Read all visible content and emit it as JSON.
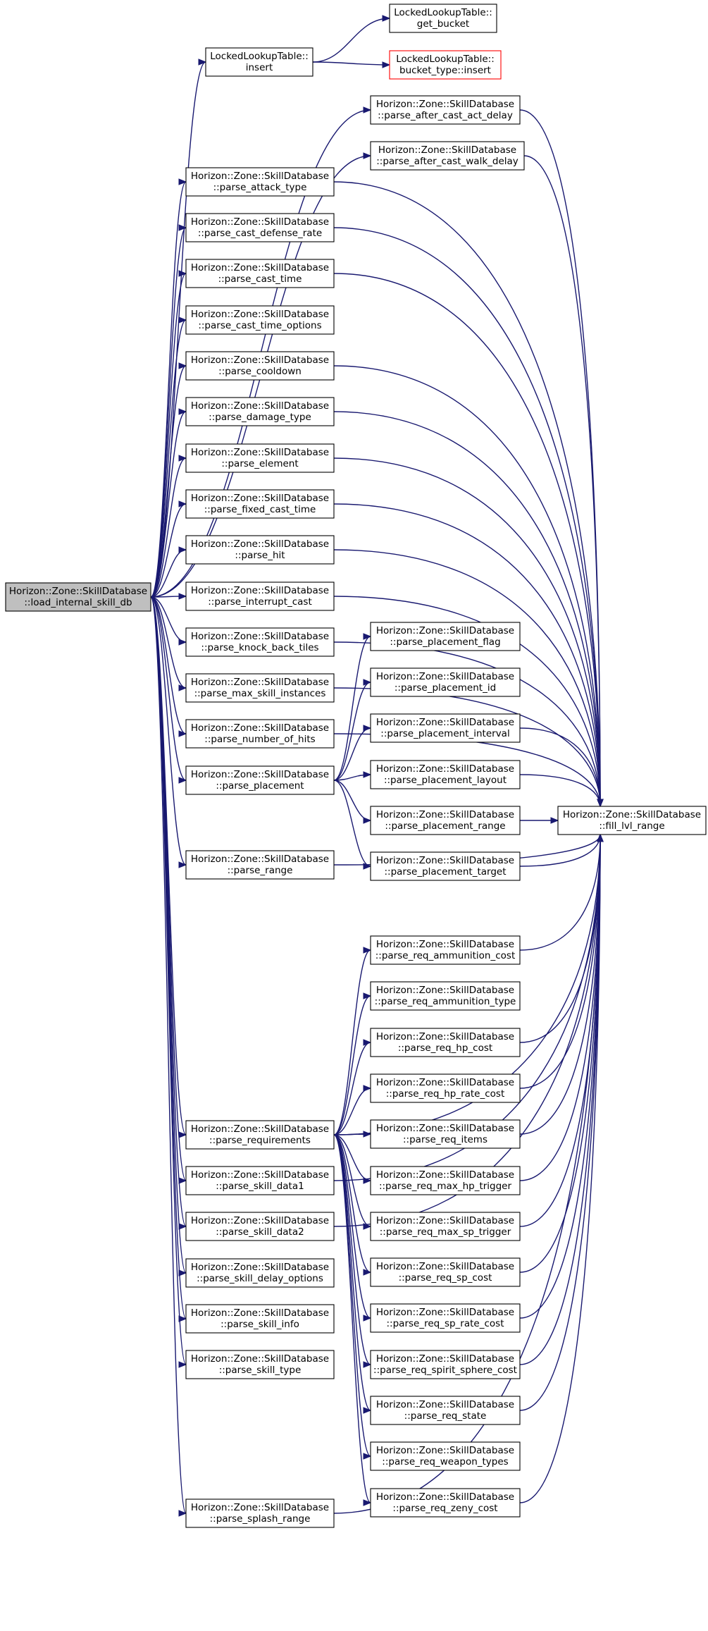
{
  "colors": {
    "edge": "#191970",
    "root_fill": "#bfbfbf",
    "node_border": "#000000",
    "external_border": "#ff0000",
    "background": "#ffffff"
  },
  "nodes": {
    "root": [
      "Horizon::Zone::SkillDatabase",
      "::load_internal_skill_db"
    ],
    "llt_insert": [
      "LockedLookupTable::",
      "insert"
    ],
    "llt_get_bucket": [
      "LockedLookupTable::",
      "get_bucket"
    ],
    "llt_bucket_insert": [
      "LockedLookupTable::",
      "bucket_type::insert"
    ],
    "after_cast_act_delay": [
      "Horizon::Zone::SkillDatabase",
      "::parse_after_cast_act_delay"
    ],
    "after_cast_walk_delay": [
      "Horizon::Zone::SkillDatabase",
      "::parse_after_cast_walk_delay"
    ],
    "attack_type": [
      "Horizon::Zone::SkillDatabase",
      "::parse_attack_type"
    ],
    "cast_defense_rate": [
      "Horizon::Zone::SkillDatabase",
      "::parse_cast_defense_rate"
    ],
    "cast_time": [
      "Horizon::Zone::SkillDatabase",
      "::parse_cast_time"
    ],
    "cast_time_options": [
      "Horizon::Zone::SkillDatabase",
      "::parse_cast_time_options"
    ],
    "cooldown": [
      "Horizon::Zone::SkillDatabase",
      "::parse_cooldown"
    ],
    "damage_type": [
      "Horizon::Zone::SkillDatabase",
      "::parse_damage_type"
    ],
    "element": [
      "Horizon::Zone::SkillDatabase",
      "::parse_element"
    ],
    "fixed_cast_time": [
      "Horizon::Zone::SkillDatabase",
      "::parse_fixed_cast_time"
    ],
    "hit": [
      "Horizon::Zone::SkillDatabase",
      "::parse_hit"
    ],
    "interrupt_cast": [
      "Horizon::Zone::SkillDatabase",
      "::parse_interrupt_cast"
    ],
    "knock_back_tiles": [
      "Horizon::Zone::SkillDatabase",
      "::parse_knock_back_tiles"
    ],
    "max_skill_instances": [
      "Horizon::Zone::SkillDatabase",
      "::parse_max_skill_instances"
    ],
    "number_of_hits": [
      "Horizon::Zone::SkillDatabase",
      "::parse_number_of_hits"
    ],
    "placement": [
      "Horizon::Zone::SkillDatabase",
      "::parse_placement"
    ],
    "range": [
      "Horizon::Zone::SkillDatabase",
      "::parse_range"
    ],
    "requirements": [
      "Horizon::Zone::SkillDatabase",
      "::parse_requirements"
    ],
    "skill_data1": [
      "Horizon::Zone::SkillDatabase",
      "::parse_skill_data1"
    ],
    "skill_data2": [
      "Horizon::Zone::SkillDatabase",
      "::parse_skill_data2"
    ],
    "skill_delay_options": [
      "Horizon::Zone::SkillDatabase",
      "::parse_skill_delay_options"
    ],
    "skill_info": [
      "Horizon::Zone::SkillDatabase",
      "::parse_skill_info"
    ],
    "skill_type": [
      "Horizon::Zone::SkillDatabase",
      "::parse_skill_type"
    ],
    "splash_range": [
      "Horizon::Zone::SkillDatabase",
      "::parse_splash_range"
    ],
    "placement_flag": [
      "Horizon::Zone::SkillDatabase",
      "::parse_placement_flag"
    ],
    "placement_id": [
      "Horizon::Zone::SkillDatabase",
      "::parse_placement_id"
    ],
    "placement_interval": [
      "Horizon::Zone::SkillDatabase",
      "::parse_placement_interval"
    ],
    "placement_layout": [
      "Horizon::Zone::SkillDatabase",
      "::parse_placement_layout"
    ],
    "placement_range": [
      "Horizon::Zone::SkillDatabase",
      "::parse_placement_range"
    ],
    "placement_target": [
      "Horizon::Zone::SkillDatabase",
      "::parse_placement_target"
    ],
    "fill_lvl_range": [
      "Horizon::Zone::SkillDatabase",
      "::fill_lvl_range"
    ],
    "req_ammunition_cost": [
      "Horizon::Zone::SkillDatabase",
      "::parse_req_ammunition_cost"
    ],
    "req_ammunition_type": [
      "Horizon::Zone::SkillDatabase",
      "::parse_req_ammunition_type"
    ],
    "req_hp_cost": [
      "Horizon::Zone::SkillDatabase",
      "::parse_req_hp_cost"
    ],
    "req_hp_rate_cost": [
      "Horizon::Zone::SkillDatabase",
      "::parse_req_hp_rate_cost"
    ],
    "req_items": [
      "Horizon::Zone::SkillDatabase",
      "::parse_req_items"
    ],
    "req_max_hp_trigger": [
      "Horizon::Zone::SkillDatabase",
      "::parse_req_max_hp_trigger"
    ],
    "req_max_sp_trigger": [
      "Horizon::Zone::SkillDatabase",
      "::parse_req_max_sp_trigger"
    ],
    "req_sp_cost": [
      "Horizon::Zone::SkillDatabase",
      "::parse_req_sp_cost"
    ],
    "req_sp_rate_cost": [
      "Horizon::Zone::SkillDatabase",
      "::parse_req_sp_rate_cost"
    ],
    "req_spirit_sphere_cost": [
      "Horizon::Zone::SkillDatabase",
      "::parse_req_spirit_sphere_cost"
    ],
    "req_state": [
      "Horizon::Zone::SkillDatabase",
      "::parse_req_state"
    ],
    "req_weapon_types": [
      "Horizon::Zone::SkillDatabase",
      "::parse_req_weapon_types"
    ],
    "req_zeny_cost": [
      "Horizon::Zone::SkillDatabase",
      "::parse_req_zeny_cost"
    ]
  },
  "edges": [
    [
      "root",
      "llt_insert"
    ],
    [
      "llt_insert",
      "llt_get_bucket"
    ],
    [
      "llt_insert",
      "llt_bucket_insert"
    ],
    [
      "root",
      "after_cast_act_delay"
    ],
    [
      "root",
      "after_cast_walk_delay"
    ],
    [
      "root",
      "attack_type"
    ],
    [
      "root",
      "cast_defense_rate"
    ],
    [
      "root",
      "cast_time"
    ],
    [
      "root",
      "cast_time_options"
    ],
    [
      "root",
      "cooldown"
    ],
    [
      "root",
      "damage_type"
    ],
    [
      "root",
      "element"
    ],
    [
      "root",
      "fixed_cast_time"
    ],
    [
      "root",
      "hit"
    ],
    [
      "root",
      "interrupt_cast"
    ],
    [
      "root",
      "knock_back_tiles"
    ],
    [
      "root",
      "max_skill_instances"
    ],
    [
      "root",
      "number_of_hits"
    ],
    [
      "root",
      "placement"
    ],
    [
      "root",
      "range"
    ],
    [
      "root",
      "requirements"
    ],
    [
      "root",
      "skill_data1"
    ],
    [
      "root",
      "skill_data2"
    ],
    [
      "root",
      "skill_delay_options"
    ],
    [
      "root",
      "skill_info"
    ],
    [
      "root",
      "skill_type"
    ],
    [
      "root",
      "splash_range"
    ],
    [
      "after_cast_act_delay",
      "fill_lvl_range"
    ],
    [
      "after_cast_walk_delay",
      "fill_lvl_range"
    ],
    [
      "attack_type",
      "fill_lvl_range"
    ],
    [
      "cast_defense_rate",
      "fill_lvl_range"
    ],
    [
      "cast_time",
      "fill_lvl_range"
    ],
    [
      "cooldown",
      "fill_lvl_range"
    ],
    [
      "damage_type",
      "fill_lvl_range"
    ],
    [
      "element",
      "fill_lvl_range"
    ],
    [
      "fixed_cast_time",
      "fill_lvl_range"
    ],
    [
      "hit",
      "fill_lvl_range"
    ],
    [
      "interrupt_cast",
      "fill_lvl_range"
    ],
    [
      "knock_back_tiles",
      "fill_lvl_range"
    ],
    [
      "max_skill_instances",
      "fill_lvl_range"
    ],
    [
      "number_of_hits",
      "fill_lvl_range"
    ],
    [
      "range",
      "fill_lvl_range"
    ],
    [
      "placement",
      "placement_flag"
    ],
    [
      "placement",
      "placement_id"
    ],
    [
      "placement",
      "placement_interval"
    ],
    [
      "placement",
      "placement_layout"
    ],
    [
      "placement",
      "placement_range"
    ],
    [
      "placement",
      "placement_target"
    ],
    [
      "placement_interval",
      "fill_lvl_range"
    ],
    [
      "placement_layout",
      "fill_lvl_range"
    ],
    [
      "placement_range",
      "fill_lvl_range"
    ],
    [
      "placement_target",
      "fill_lvl_range"
    ],
    [
      "requirements",
      "req_ammunition_cost"
    ],
    [
      "requirements",
      "req_ammunition_type"
    ],
    [
      "requirements",
      "req_hp_cost"
    ],
    [
      "requirements",
      "req_hp_rate_cost"
    ],
    [
      "requirements",
      "req_items"
    ],
    [
      "requirements",
      "req_max_hp_trigger"
    ],
    [
      "requirements",
      "req_max_sp_trigger"
    ],
    [
      "requirements",
      "req_sp_cost"
    ],
    [
      "requirements",
      "req_sp_rate_cost"
    ],
    [
      "requirements",
      "req_spirit_sphere_cost"
    ],
    [
      "requirements",
      "req_state"
    ],
    [
      "requirements",
      "req_weapon_types"
    ],
    [
      "requirements",
      "req_zeny_cost"
    ],
    [
      "requirements",
      "fill_lvl_range"
    ],
    [
      "req_ammunition_cost",
      "fill_lvl_range"
    ],
    [
      "req_hp_cost",
      "fill_lvl_range"
    ],
    [
      "req_hp_rate_cost",
      "fill_lvl_range"
    ],
    [
      "req_items",
      "fill_lvl_range"
    ],
    [
      "req_max_hp_trigger",
      "fill_lvl_range"
    ],
    [
      "req_max_sp_trigger",
      "fill_lvl_range"
    ],
    [
      "req_sp_cost",
      "fill_lvl_range"
    ],
    [
      "req_sp_rate_cost",
      "fill_lvl_range"
    ],
    [
      "req_spirit_sphere_cost",
      "fill_lvl_range"
    ],
    [
      "req_state",
      "fill_lvl_range"
    ],
    [
      "req_zeny_cost",
      "fill_lvl_range"
    ],
    [
      "skill_data1",
      "fill_lvl_range"
    ],
    [
      "skill_data2",
      "fill_lvl_range"
    ],
    [
      "splash_range",
      "fill_lvl_range"
    ]
  ]
}
